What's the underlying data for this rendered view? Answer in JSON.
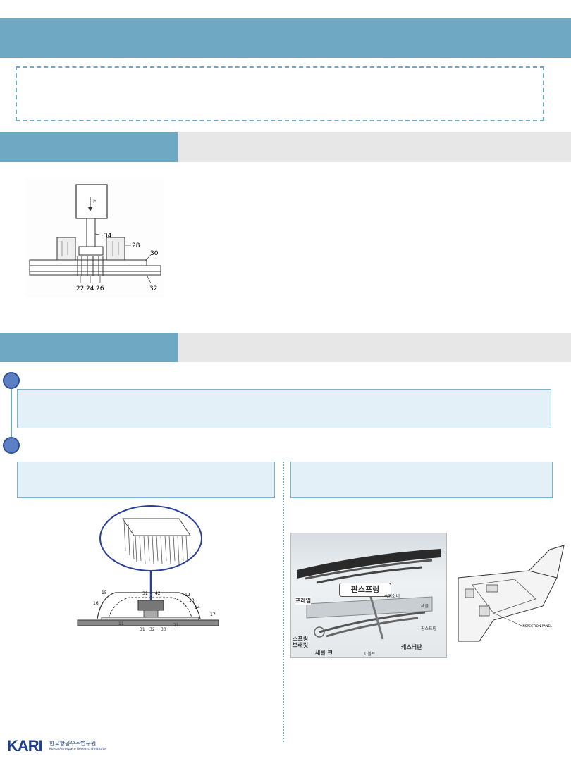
{
  "figure1": {
    "labels": {
      "force": "F",
      "p34": "34",
      "p28": "28",
      "p30": "30",
      "p22": "22",
      "p24": "24",
      "p26": "26",
      "p32": "32"
    }
  },
  "figure2": {
    "labels": {
      "p15": "15",
      "p16": "16",
      "p31a": "31",
      "p42": "42",
      "p12": "12",
      "p13": "13",
      "p14": "14",
      "p17": "17",
      "p11": "11",
      "p31": "31",
      "p32": "32",
      "p30": "30",
      "p21": "21"
    }
  },
  "figure3": {
    "title": "판스프링",
    "frame": "프레임",
    "bracket_1": "스프링",
    "bracket_2": "브래킷",
    "shackle_pin": "섀클 핀",
    "caster": "캐스터판",
    "ubolt": "U볼트",
    "shackle": "섀클",
    "plate": "판스프링",
    "small_top": "쇽업소버"
  },
  "figure4": {
    "panel_label": "INSPECTION PANEL"
  },
  "logo": {
    "mark": "KARI",
    "korean": "한국항공우주연구원",
    "english": "Korea Aerospace Research Institute"
  },
  "colors": {
    "accent": "#6fa8c3",
    "dot": "#5b7fc4",
    "box_fill": "#e3f0f7"
  }
}
